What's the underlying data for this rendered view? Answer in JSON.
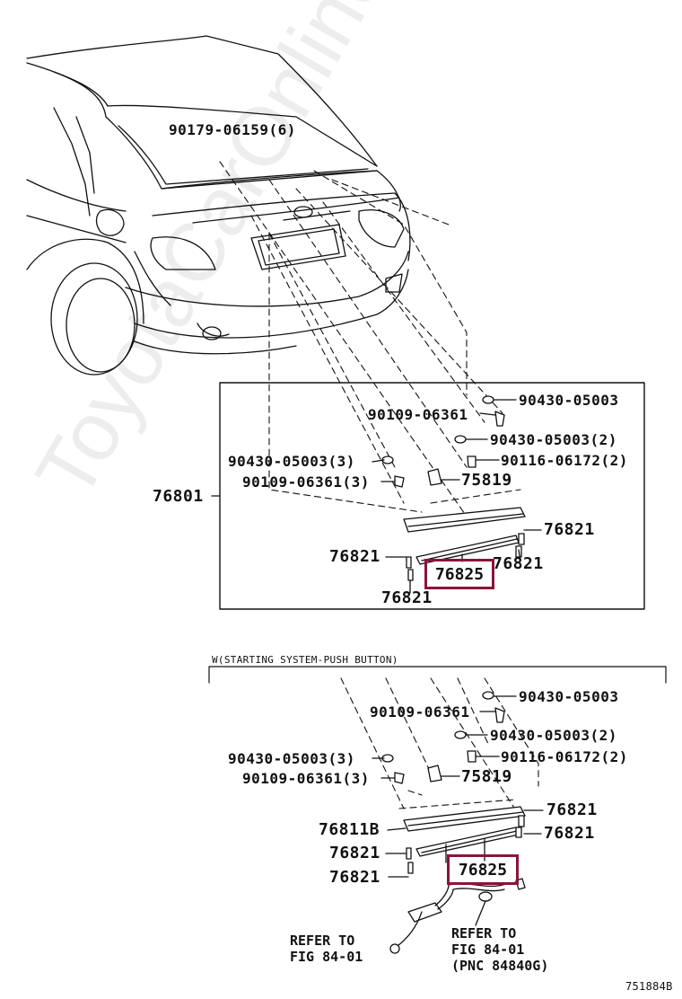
{
  "top": {
    "roof_fastener": "90179-06159(6)",
    "label_90430_a": "90430-05003",
    "label_90109_a": "90109-06361",
    "label_90430_b": "90430-05003(2)",
    "label_90116": "90116-06172(2)",
    "label_90430_c": "90430-05003(3)",
    "label_90109_b": "90109-06361(3)",
    "label_75819": "75819",
    "assembly": "76801",
    "label_76821_r": "76821",
    "label_76821_l": "76821",
    "label_76821_rb": "76821",
    "label_76821_b": "76821",
    "highlight": "76825"
  },
  "bottom": {
    "section_title": "W(STARTING SYSTEM-PUSH BUTTON)",
    "label_90430_a": "90430-05003",
    "label_90109_a": "90109-06361",
    "label_90430_b": "90430-05003(2)",
    "label_90116": "90116-06172(2)",
    "label_90430_c": "90430-05003(3)",
    "label_90109_b": "90109-06361(3)",
    "label_75819": "75819",
    "label_76811b": "76811B",
    "label_76821_tr": "76821",
    "label_76821_r": "76821",
    "label_76821_l": "76821",
    "label_76821_lb": "76821",
    "highlight": "76825",
    "ref_left": "REFER TO\nFIG 84-01",
    "ref_right": "REFER TO\nFIG 84-01\n(PNC 84840G)"
  },
  "figure_id": "751884B",
  "watermark": "ToyotaCarOnline.ru",
  "colors": {
    "highlight": "#8a1538",
    "line": "#111111"
  }
}
